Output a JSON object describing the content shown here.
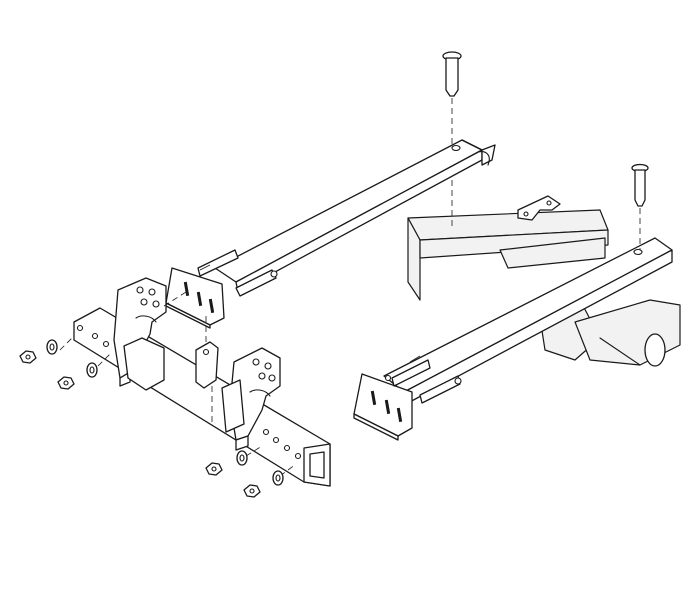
{
  "diagram": {
    "ink": "#1a1a1a",
    "shade": "#f2f2f2",
    "background": "#ffffff",
    "parts": [
      "hitch-pin-top",
      "hitch-pin-right",
      "rear-crossbar",
      "front-crossbar",
      "left-drawbar",
      "right-drawbar",
      "receiver-tube",
      "left-bracket",
      "right-bracket",
      "small-clip",
      "vehicle-frame"
    ]
  }
}
